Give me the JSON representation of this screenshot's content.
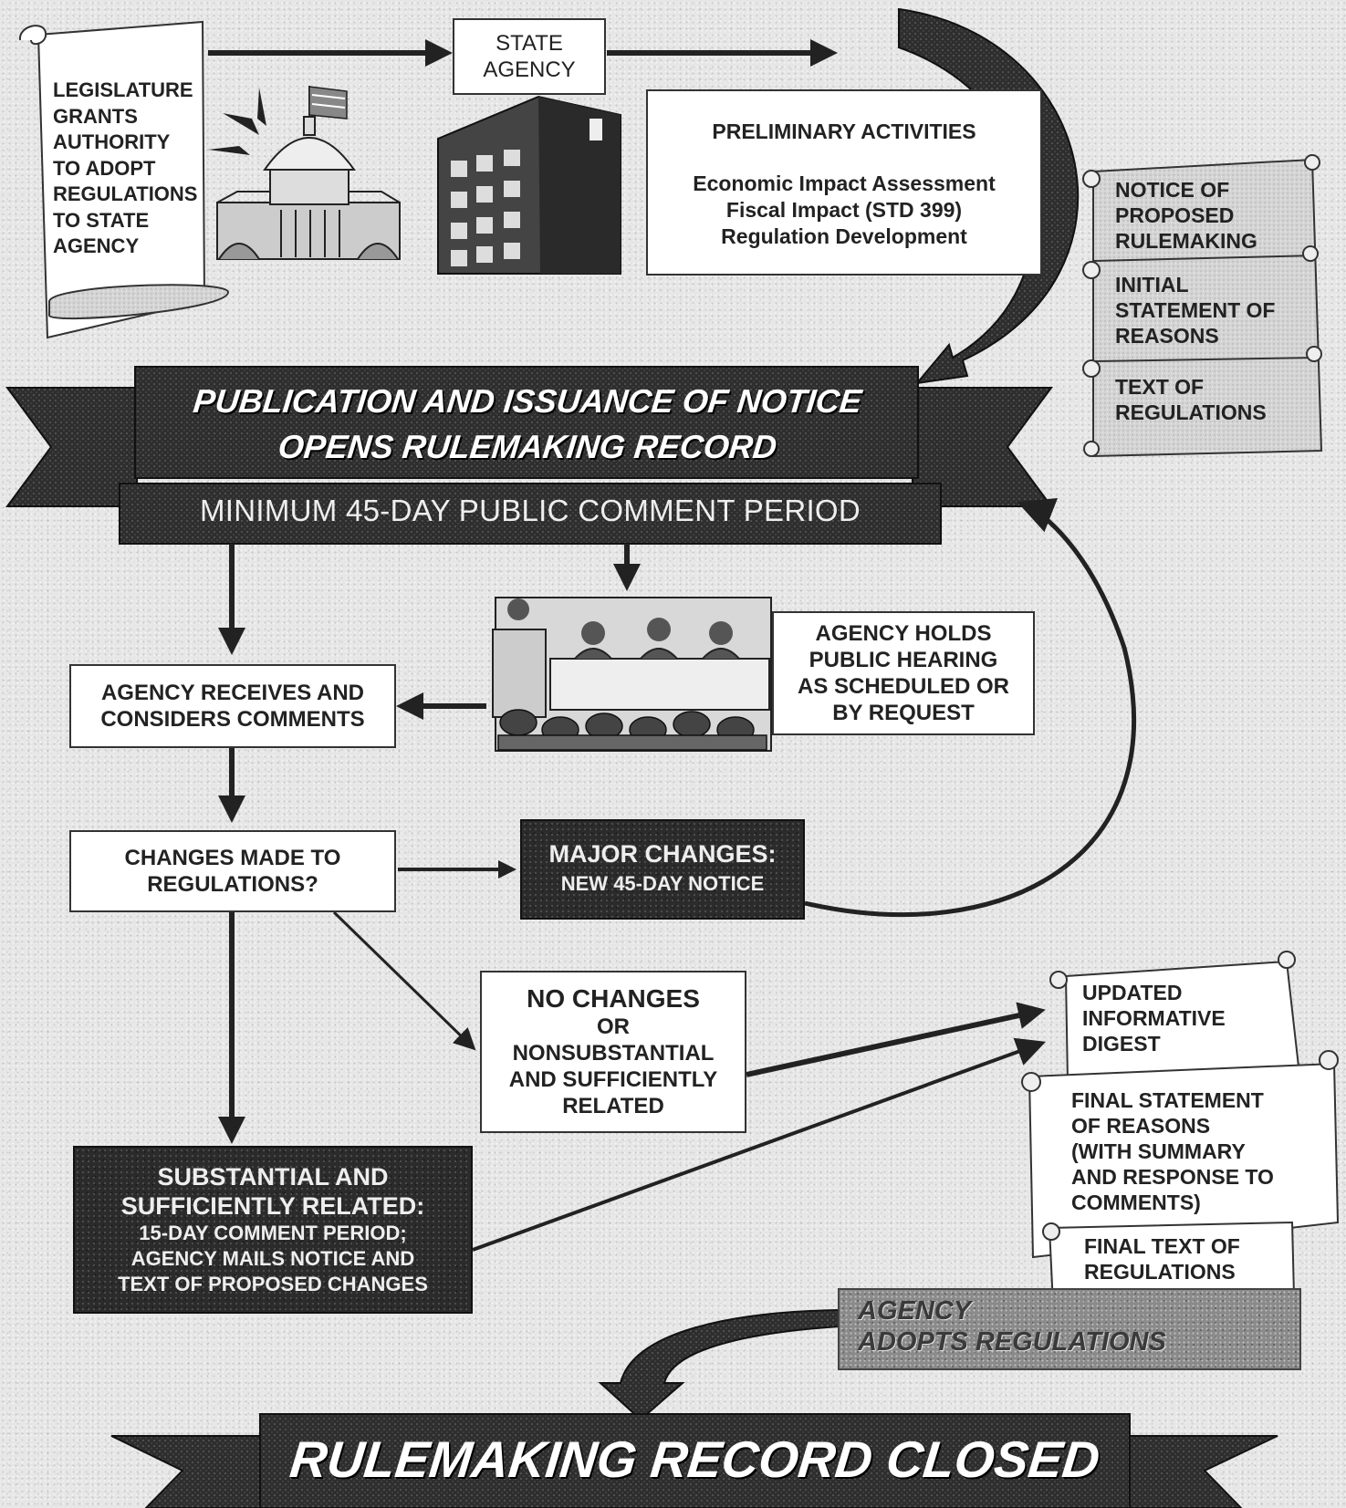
{
  "colors": {
    "background": "#e6e6e6",
    "dark_fill": "#2b2b2b",
    "line": "#222222",
    "scroll_fill": "#d9d9d9",
    "box_fill": "#ffffff"
  },
  "nodes": {
    "legislature": "LEGISLATURE\nGRANTS\nAUTHORITY\nTO ADOPT\nREGULATIONS\nTO STATE\nAGENCY",
    "state_agency": "STATE\nAGENCY",
    "preliminary": {
      "title": "PRELIMINARY ACTIVITIES",
      "items": [
        "Economic Impact Assessment",
        "Fiscal Impact (STD 399)",
        "Regulation Development"
      ]
    },
    "scrolls_top": [
      "NOTICE OF\nPROPOSED\nRULEMAKING",
      "INITIAL\nSTATEMENT OF\nREASONS",
      "TEXT OF\nREGULATIONS"
    ],
    "publication_banner": {
      "line1": "PUBLICATION AND ISSUANCE OF NOTICE",
      "line2": "OPENS RULEMAKING RECORD"
    },
    "comment_period": "MINIMUM 45-DAY PUBLIC COMMENT PERIOD",
    "public_hearing": "AGENCY HOLDS\nPUBLIC HEARING\nAS SCHEDULED OR\nBY REQUEST",
    "receives_comments": "AGENCY RECEIVES AND\nCONSIDERS COMMENTS",
    "changes_made": "CHANGES MADE TO\nREGULATIONS?",
    "major_changes": {
      "title": "MAJOR CHANGES:",
      "subtitle": "NEW 45-DAY NOTICE"
    },
    "no_changes": {
      "title": "NO CHANGES",
      "or": "OR",
      "rest": "NONSUBSTANTIAL\nAND SUFFICIENTLY\nRELATED"
    },
    "substantial": {
      "title": "SUBSTANTIAL AND\nSUFFICIENTLY RELATED:",
      "body": "15-DAY COMMENT PERIOD;\nAGENCY MAILS NOTICE AND\nTEXT OF PROPOSED CHANGES"
    },
    "scrolls_bottom": [
      "UPDATED\nINFORMATIVE\nDIGEST",
      "FINAL STATEMENT\nOF REASONS\n(WITH SUMMARY\nAND RESPONSE TO\nCOMMENTS)",
      "FINAL TEXT OF\nREGULATIONS"
    ],
    "agency_adopts": "AGENCY\nADOPTS REGULATIONS",
    "record_closed": "RULEMAKING RECORD CLOSED"
  },
  "images": {
    "capitol": "capitol-building-illustration",
    "office": "state-agency-office-building-illustration",
    "hearing": "public-hearing-illustration"
  }
}
